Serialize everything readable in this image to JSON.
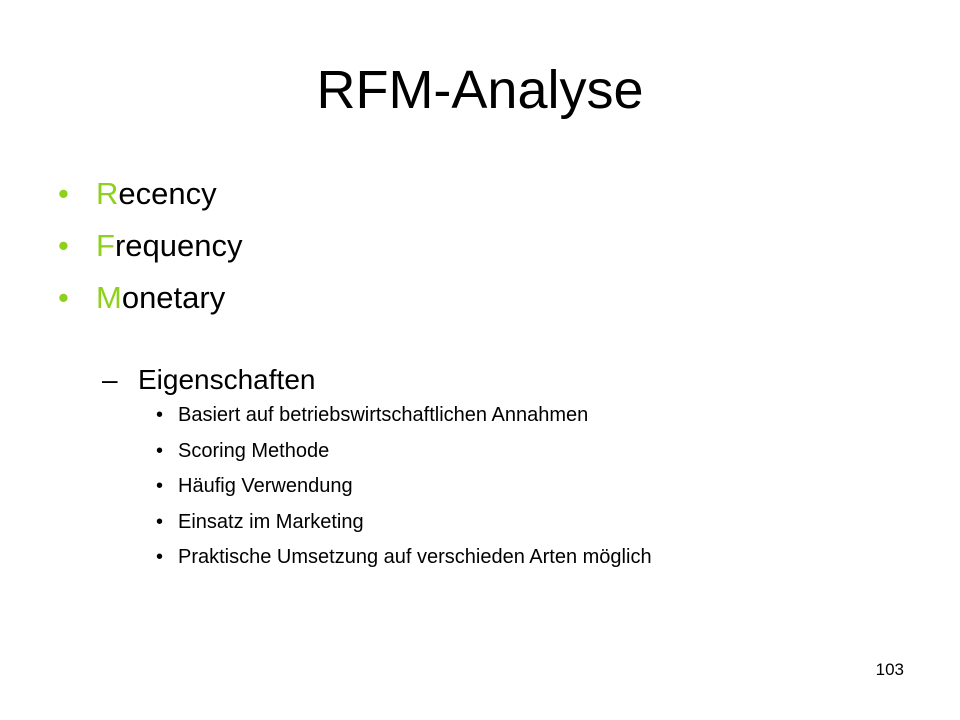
{
  "slide": {
    "title": "RFM-Analyse",
    "accent_color": "#8fd11a",
    "main_items": [
      {
        "initial": "R",
        "rest": "ecency"
      },
      {
        "initial": "F",
        "rest": "requency"
      },
      {
        "initial": "M",
        "rest": "onetary"
      }
    ],
    "main_bullet": "•",
    "sub_dash": "–",
    "sub_heading": "Eigenschaften",
    "sub_bullet": "•",
    "sub_items": [
      "Basiert auf betriebswirtschaftlichen Annahmen",
      "Scoring Methode",
      "Häufig Verwendung",
      "Einsatz im Marketing",
      "Praktische Umsetzung auf verschieden Arten möglich"
    ],
    "page_number": "103"
  }
}
